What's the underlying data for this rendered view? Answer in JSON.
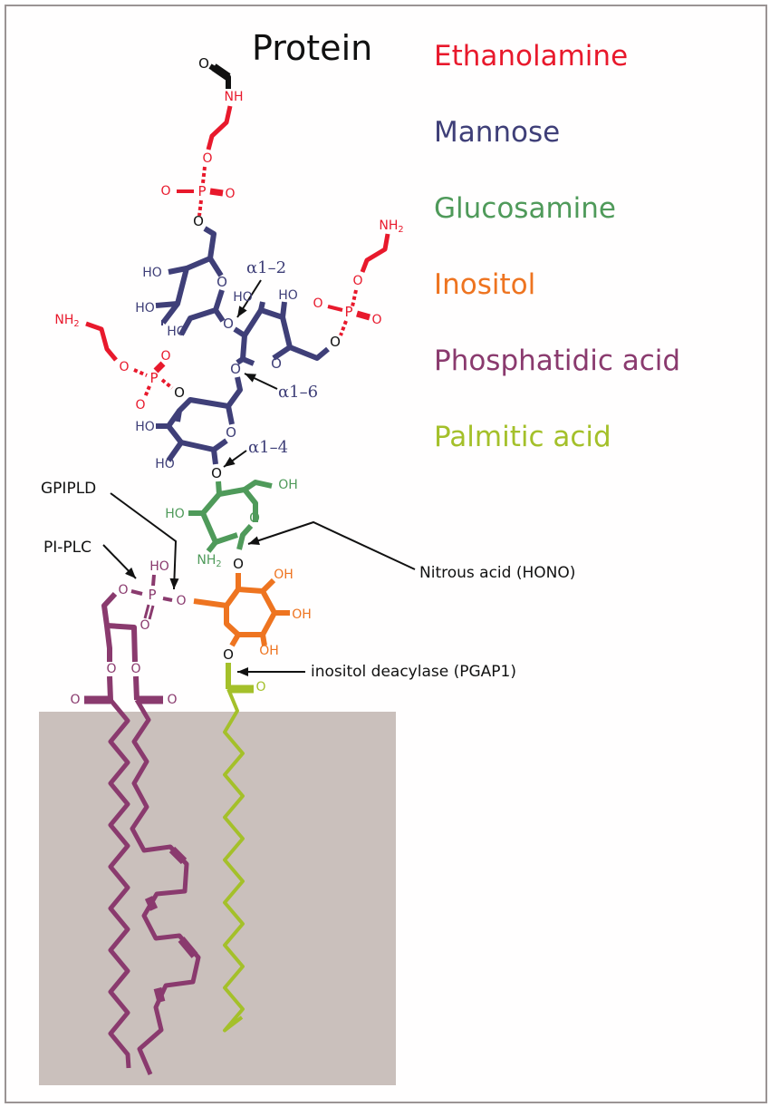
{
  "colors": {
    "ethanolamine": "#e8192c",
    "mannose": "#3f3f78",
    "glucosamine": "#4f9a5a",
    "inositol": "#ee7420",
    "phosphatidic_acid": "#8a3a6e",
    "palmitic_acid": "#a4c02a",
    "linker": "#111111",
    "membrane": "#cac0bc"
  },
  "protein_label": "Protein",
  "legend": [
    {
      "key": "ethanolamine",
      "label": "Ethanolamine"
    },
    {
      "key": "mannose",
      "label": "Mannose"
    },
    {
      "key": "glucosamine",
      "label": "Glucosamine"
    },
    {
      "key": "inositol",
      "label": "Inositol"
    },
    {
      "key": "phosphatidic_acid",
      "label": "Phosphatidic acid"
    },
    {
      "key": "palmitic_acid",
      "label": "Palmitic acid"
    }
  ],
  "linkages": {
    "a12": "α1–2",
    "a16": "α1–6",
    "a14": "α1–4"
  },
  "enzymes": {
    "gpipld": "GPIPLD",
    "piplc": "PI-PLC",
    "hono": "Nitrous acid (HONO)",
    "pgap1": "inositol deacylase (PGAP1)"
  },
  "atoms": {
    "O": "O",
    "P": "P",
    "NH": "NH",
    "NH2": "NH",
    "sub2": "2",
    "HO": "HO",
    "OH": "OH"
  }
}
